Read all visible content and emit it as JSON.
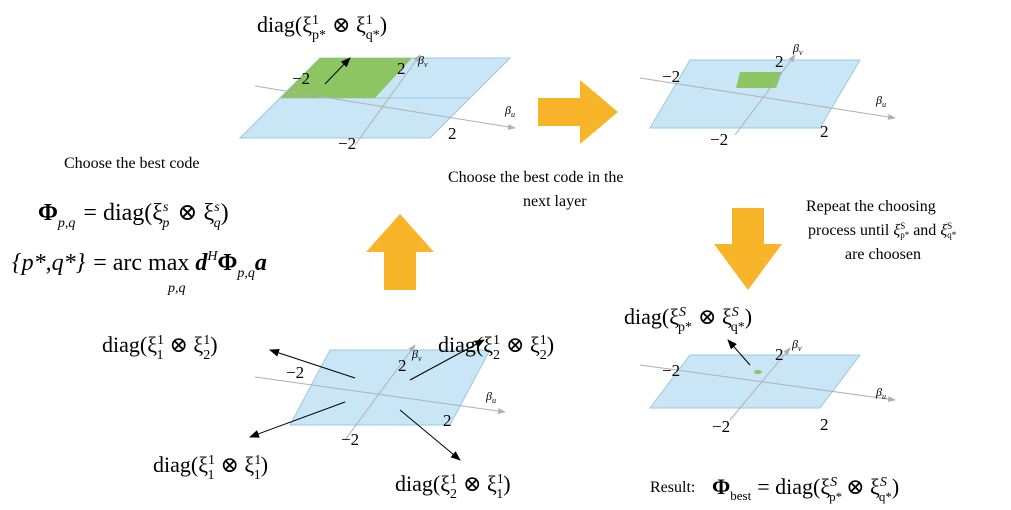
{
  "step1": {
    "top_label": "diag(ξ",
    "top_label_sub1": "p*",
    "top_label_sup": "1",
    "top_label_mid": "⊗ ξ",
    "top_label_sub2": "q*",
    "top_label_end": ")",
    "tick_neg2_left": "−2",
    "tick_2_top": "2",
    "tick_neg2_bottom": "−2",
    "tick_2_right": "2",
    "axis_v": "β",
    "axis_v_sub": "v",
    "axis_u": "β",
    "axis_u_sub": "u"
  },
  "step2": {
    "tick_neg2_left": "−2",
    "tick_2_top": "2",
    "tick_neg2_bottom": "−2",
    "tick_2_right": "2",
    "axis_v": "β",
    "axis_v_sub": "v",
    "axis_u": "β",
    "axis_u_sub": "u"
  },
  "step3": {
    "tick_neg2_left": "−2",
    "tick_2_top": "2",
    "tick_neg2_bottom": "−2",
    "tick_2_right": "2",
    "axis_v": "β",
    "axis_v_sub": "v",
    "axis_u": "β",
    "axis_u_sub": "u",
    "label_tl": {
      "pre": "diag(ξ",
      "s1": "1",
      "sup1": "1",
      "mid": "⊗ ξ",
      "s2": "2",
      "sup2": "1",
      "end": ")"
    },
    "label_tr": {
      "pre": "diag(ξ",
      "s1": "2",
      "sup1": "1",
      "mid": "⊗ ξ",
      "s2": "2",
      "sup2": "1",
      "end": ")"
    },
    "label_bl": {
      "pre": "diag(ξ",
      "s1": "1",
      "sup1": "1",
      "mid": "⊗ ξ",
      "s2": "1",
      "sup2": "1",
      "end": ")"
    },
    "label_br": {
      "pre": "diag(ξ",
      "s1": "2",
      "sup1": "1",
      "mid": "⊗ ξ",
      "s2": "1",
      "sup2": "1",
      "end": ")"
    }
  },
  "step4": {
    "tick_neg2_left": "−2",
    "tick_2_top": "2",
    "tick_neg2_bottom": "−2",
    "tick_2_right": "2",
    "axis_v": "β",
    "axis_v_sub": "v",
    "axis_u": "β",
    "axis_u_sub": "u",
    "label": {
      "pre": "diag(ξ",
      "s1": "p*",
      "sup1": "S",
      "mid": "⊗ ξ",
      "s2": "q*",
      "sup2": "S",
      "end": ")"
    }
  },
  "captions": {
    "choose_best": "Choose the best code",
    "next_layer_1": "Choose the best code in the",
    "next_layer_2": "next layer",
    "repeat_1": "Repeat the choosing",
    "repeat_2a": "process until ",
    "repeat_2b": " and ",
    "repeat_3": "are choosen",
    "repeat_xi_p": "ξ",
    "repeat_xi_p_sub": "p*",
    "repeat_xi_p_sup": "S",
    "repeat_xi_q": "ξ",
    "repeat_xi_q_sub": "q*",
    "repeat_xi_q_sup": "S",
    "result": "Result:"
  },
  "equations": {
    "eq1_lhs": "Φ",
    "eq1_lhs_sub": "p,q",
    "eq1_rhs": "= diag(ξ",
    "eq1_s1": "p",
    "eq1_sup1": "s",
    "eq1_mid": "⊗ ξ",
    "eq1_s2": "q",
    "eq1_sup2": "s",
    "eq1_end": ")",
    "eq2_lhs": "{p*,q*}",
    "eq2_eq": "= arc max",
    "eq2_under": "p,q",
    "eq2_d": "d",
    "eq2_H": "H",
    "eq2_phi": "Φ",
    "eq2_phi_sub": "p,q",
    "eq2_a": "a",
    "result_lhs": "Φ",
    "result_lhs_sub": "best",
    "result_rhs": "= diag(ξ",
    "result_s1": "p*",
    "result_sup1": "S",
    "result_mid": "⊗ ξ",
    "result_s2": "q*",
    "result_sup2": "S",
    "result_end": ")"
  },
  "colors": {
    "plane": "#c9e6f6",
    "plane_edge": "#9cc8e0",
    "green": "#8dc563",
    "arrow": "#f9b52a",
    "axis": "#b0b0b0"
  }
}
